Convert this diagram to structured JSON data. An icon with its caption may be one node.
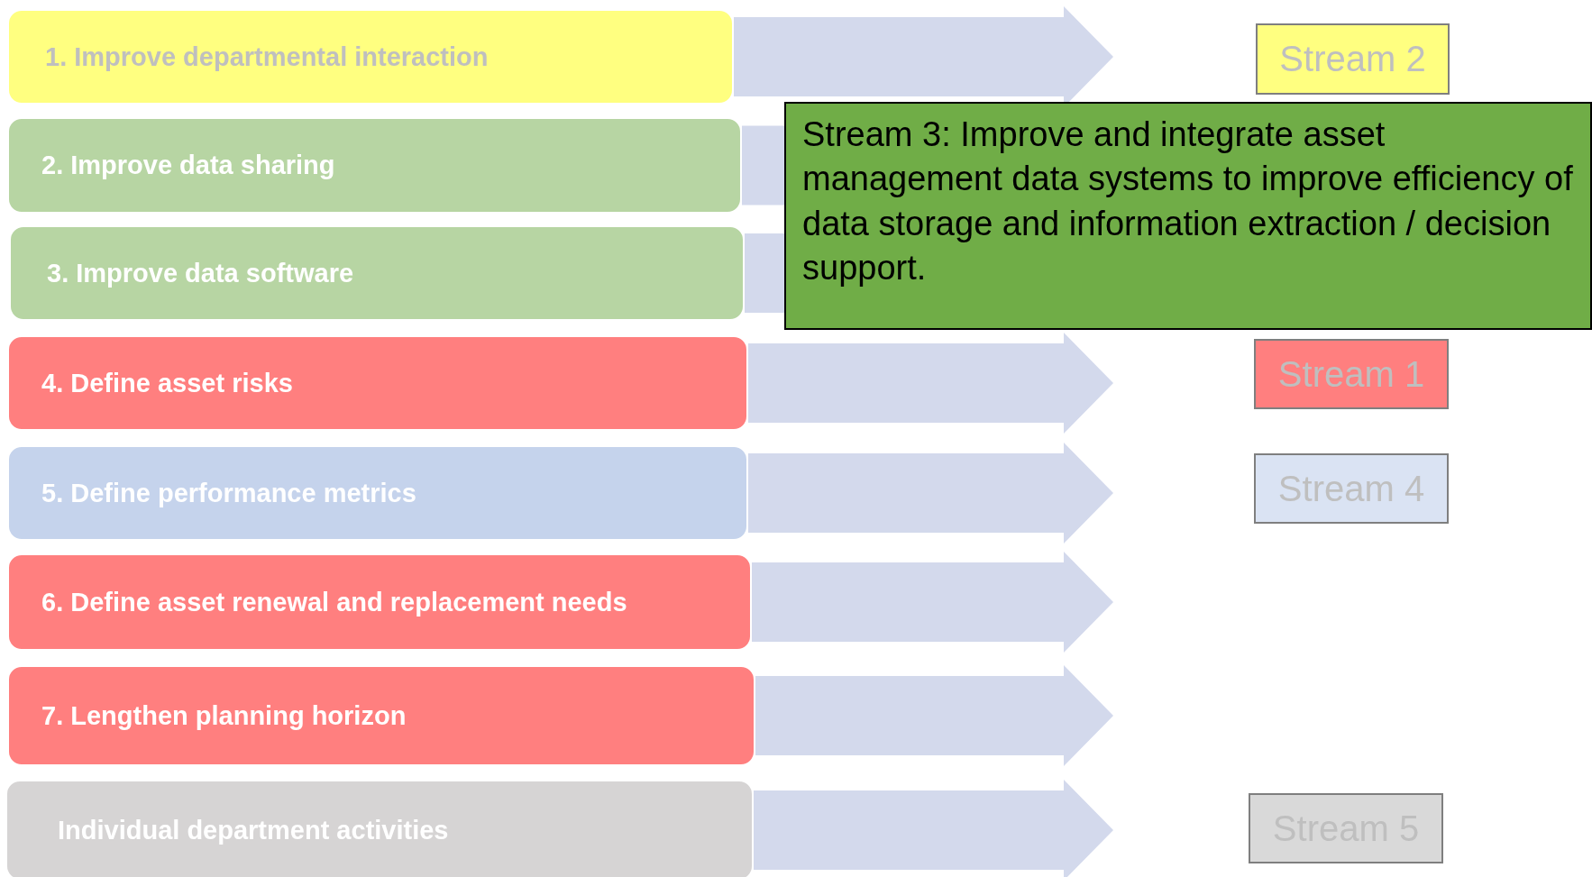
{
  "diagram": {
    "nodes": [
      {
        "text": [
          "1. Improve departmental interaction"
        ]
      },
      {
        "text": [
          "2. Improve data sharing"
        ]
      },
      {
        "text": [
          "3. Improve data software"
        ]
      },
      {
        "text": [
          "4. Define asset risks"
        ]
      },
      {
        "text": [
          "5. Define performance metrics"
        ]
      },
      {
        "text": [
          "6. Define asset renewal and replacement needs"
        ]
      },
      {
        "text": [
          "7. Lengthen planning horizon"
        ]
      },
      {
        "text": [
          "Individual department activities"
        ]
      },
      {
        "text": [
          "Stream 2"
        ]
      },
      {
        "text": [
          "Stream 3: Improve and integrate asset management data systems to improve efficiency of data storage and information extraction / decision support."
        ]
      },
      {
        "text": [
          "Stream 1"
        ]
      },
      {
        "text": [
          "Stream 4"
        ]
      },
      {
        "text": [
          "Stream 5"
        ]
      }
    ],
    "edges": [
      {
        "from": 0,
        "to": null,
        "arrow": "to"
      },
      {
        "from": 1,
        "to": null,
        "arrow": "to"
      },
      {
        "from": 2,
        "to": null,
        "arrow": "to"
      },
      {
        "from": 3,
        "to": null,
        "arrow": "to"
      },
      {
        "from": 4,
        "to": null,
        "arrow": "to"
      },
      {
        "from": 5,
        "to": null,
        "arrow": "to"
      },
      {
        "from": 6,
        "to": null,
        "arrow": "to"
      },
      {
        "from": 7,
        "to": null,
        "arrow": "to"
      }
    ]
  }
}
